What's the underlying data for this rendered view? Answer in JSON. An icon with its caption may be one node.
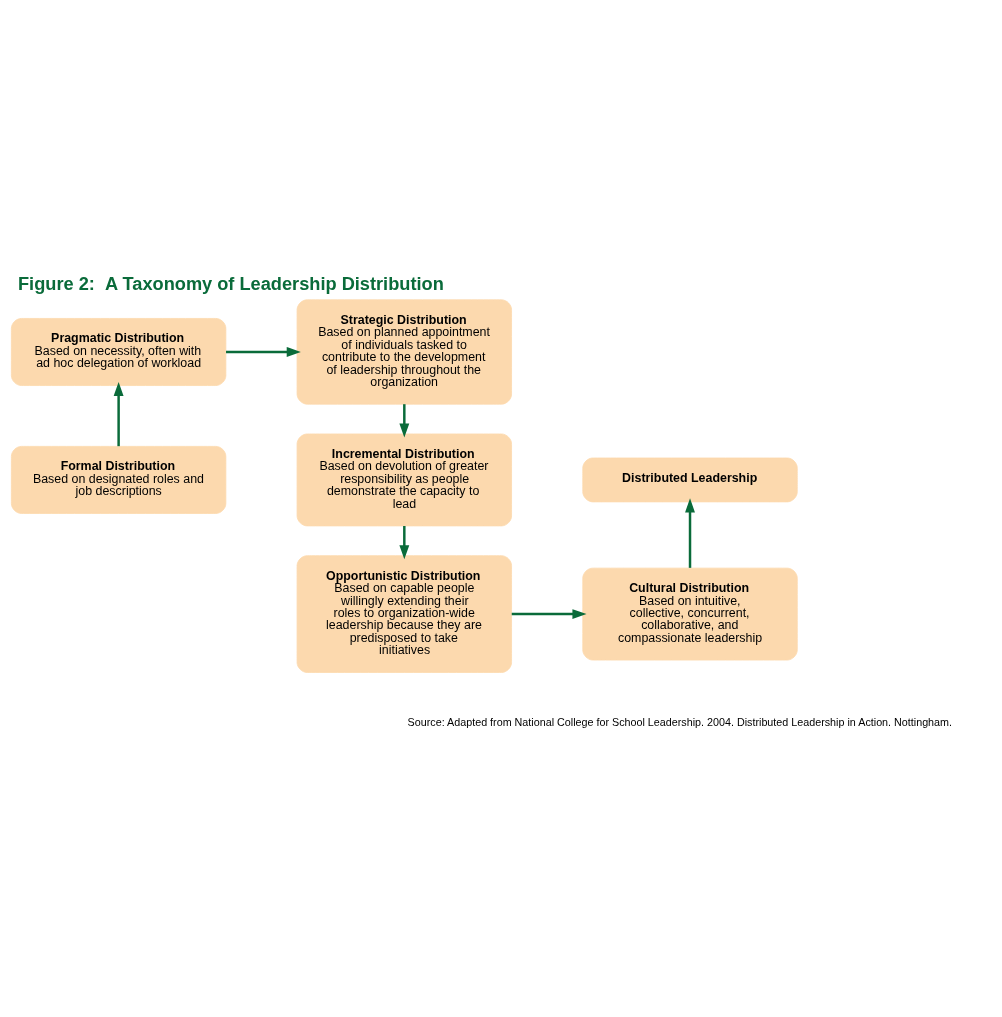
{
  "diagram": {
    "title": "Figure 2:  A Taxonomy of Leadership Distribution",
    "caption": "Source: Adapted from National College for School Leadership. 2004. Distributed Leadership in Action. Nottingham.",
    "nodes": [
      {
        "text": [
          "Pragmatic Distribution",
          "Based on necessity, often with ad hoc delegation of workload"
        ]
      },
      {
        "text": [
          "Strategic Distribution",
          "Based on planned appointment of individuals tasked to contribute to the development of leadership throughout the organization"
        ]
      },
      {
        "text": [
          "Formal Distribution",
          "Based on designated roles and job descriptions"
        ]
      },
      {
        "text": [
          "Incremental Distribution",
          "Based on devolution of greater responsibility as people demonstrate the capacity to lead"
        ]
      },
      {
        "text": [
          "Distributed Leadership"
        ]
      },
      {
        "text": [
          "Cultural Distribution",
          "Based on intuitive, collective, concurrent, collaborative, and compassionate leadership"
        ]
      },
      {
        "text": [
          "Opportunistic Distribution",
          "Based on capable people willingly extending their roles to organization-wide leadership because they are predisposed to take initiatives"
        ]
      }
    ],
    "edges": [
      {
        "from": 2,
        "to": 0,
        "arrow": "to"
      },
      {
        "from": 0,
        "to": 1,
        "arrow": "to"
      },
      {
        "from": 1,
        "to": 3,
        "arrow": "to"
      },
      {
        "from": 3,
        "to": 6,
        "arrow": "to"
      },
      {
        "from": 6,
        "to": 5,
        "arrow": "to"
      },
      {
        "from": 5,
        "to": 4,
        "arrow": "to"
      }
    ]
  }
}
